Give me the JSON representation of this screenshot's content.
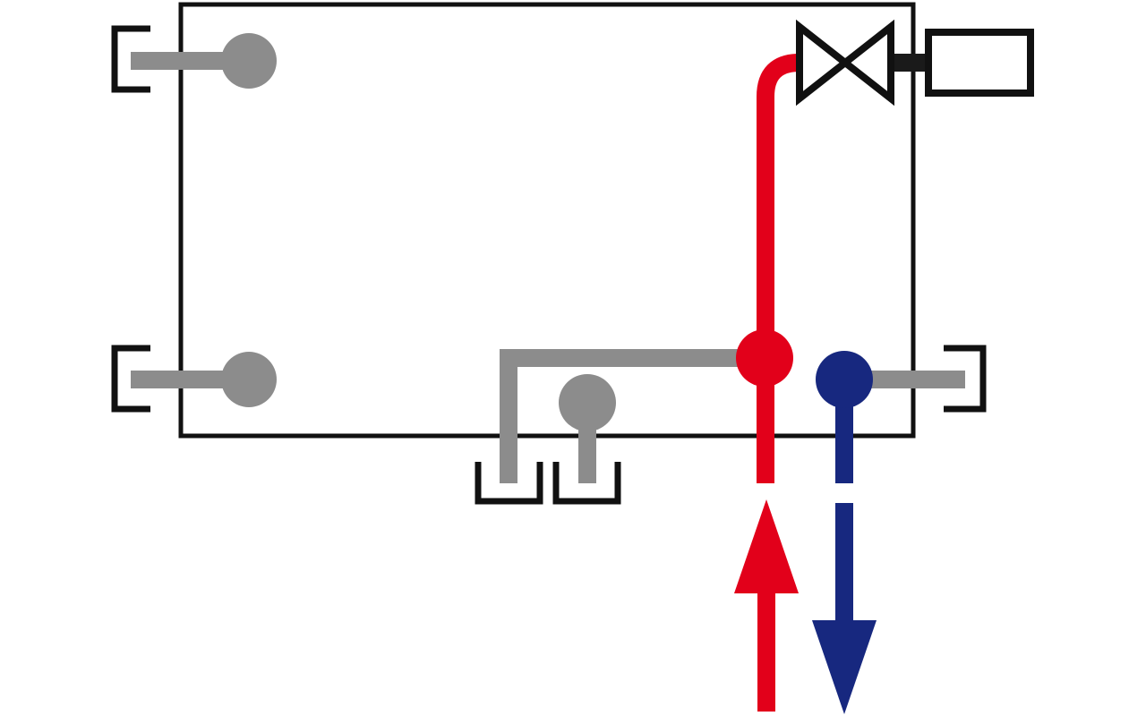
{
  "diagram": {
    "type": "radiator-connection-schematic",
    "elements": [
      "radiator-body",
      "top-left-wall-bracket",
      "bottom-left-wall-bracket",
      "right-wall-bracket",
      "floor-bracket-left",
      "floor-bracket-right",
      "thermostatic-valve",
      "thermostatic-head",
      "supply-pipe",
      "return-pipe",
      "supply-flow-arrow",
      "return-flow-arrow"
    ],
    "colors": {
      "outline": "#111111",
      "bracket_gray": "#8c8c8c",
      "supply": "#e2001a",
      "return": "#17287f",
      "background": "#ffffff"
    },
    "flow": {
      "supply_direction": "up",
      "return_direction": "down"
    }
  }
}
